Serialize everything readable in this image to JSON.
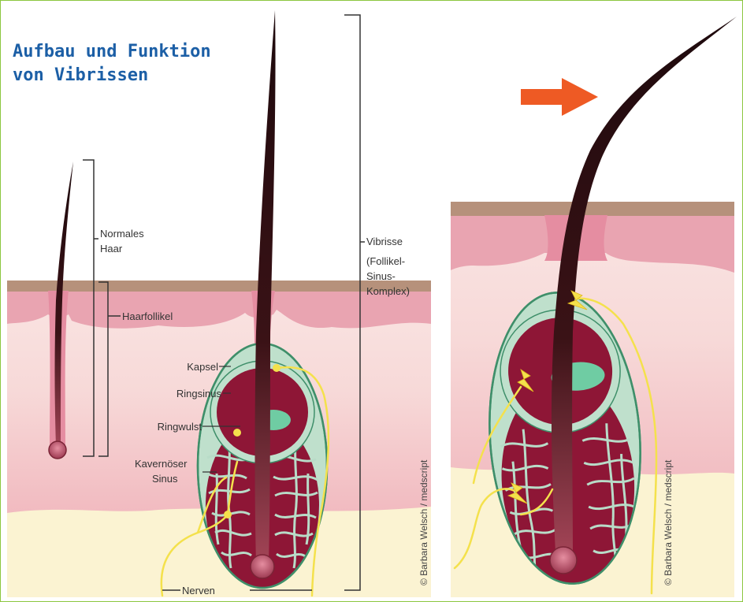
{
  "title": {
    "line1": "Aufbau und Funktion",
    "line2": "von Vibrissen"
  },
  "labels": {
    "normales_haar_line1": "Normales",
    "normales_haar_line2": "Haar",
    "haarfollikel": "Haarfollikel",
    "vibrisse": "Vibrisse",
    "vibrisse_sub_line1": "(Follikel-",
    "vibrisse_sub_line2": "Sinus-",
    "vibrisse_sub_line3": "Komplex)",
    "kapsel": "Kapsel",
    "ringsinus": "Ringsinus",
    "ringwulst": "Ringwulst",
    "kavernoeser_line1": "Kavernöser",
    "kavernoeser_line2": "Sinus",
    "nerven": "Nerven"
  },
  "credits": {
    "left_panel": "© Barbara Welsch / medscript",
    "right_panel": "© Barbara Welsch / medscript"
  },
  "colors": {
    "border": "#8cc63f",
    "title": "#1c5fa6",
    "epidermis": "#b6917b",
    "dermis": "#e9a4b1",
    "subcutis": "#f6ead9",
    "fat": "#fbf3d2",
    "capsule": "#bfe0cc",
    "sinus": "#8e1636",
    "ringwulst": "#6fcca3",
    "hair": "#2a0f12",
    "nerve": "#f4e14c",
    "arrow": "#ee5a24"
  },
  "icons": {
    "motion_arrow": "arrow-right-icon",
    "nerve_impulse": "lightning-icon"
  }
}
